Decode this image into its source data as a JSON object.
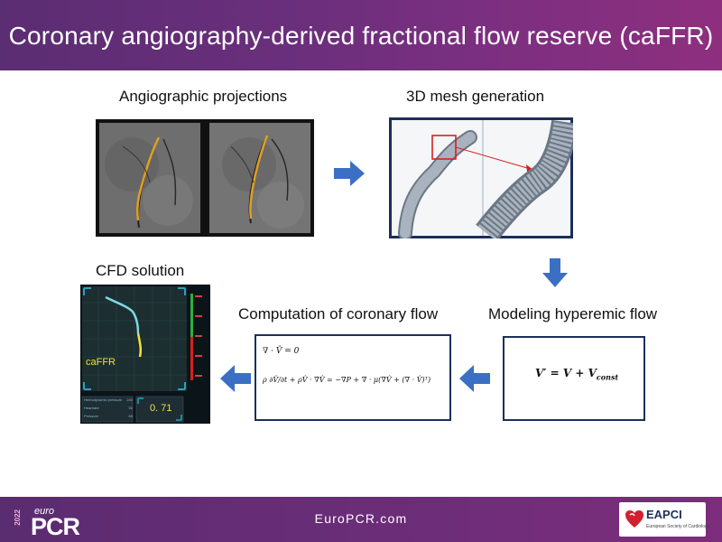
{
  "title": "Coronary angiography-derived fractional flow reserve (caFFR)",
  "steps": {
    "angio": "Angiographic projections",
    "mesh": "3D mesh generation",
    "cfd": "CFD solution",
    "computation": "Computation of coronary flow",
    "modeling": "Modeling hyperemic flow"
  },
  "formulas": {
    "continuity": "∇ · V̂ = 0",
    "momentum": "ρ ∂V̂/∂t + ρV̂ · ∇V̂ = −∇P + ∇ · μ(∇V̂ + (∇ · V̂)ᵀ)",
    "hyperemic": "V′ = V + V",
    "hyperemic_sub": "const"
  },
  "cfd_display": {
    "label": "caFFR",
    "value": "0. 71",
    "stats": [
      {
        "name": "Hemodynamic pressure",
        "value": "240"
      },
      {
        "name": "Heartrate",
        "value": "92"
      },
      {
        "name": "Pressure",
        "value": "65"
      }
    ]
  },
  "footer": {
    "url": "EuroPCR.com",
    "brand_euro": "euro",
    "brand_pcr": "PCR",
    "brand_year": "2022",
    "partner": "EAPCI",
    "partner_sub": "European Society of Cardiology"
  },
  "colors": {
    "header": "#6a2f7c",
    "arrow": "#3a6fc4",
    "box_border": "#1c2f5a"
  }
}
